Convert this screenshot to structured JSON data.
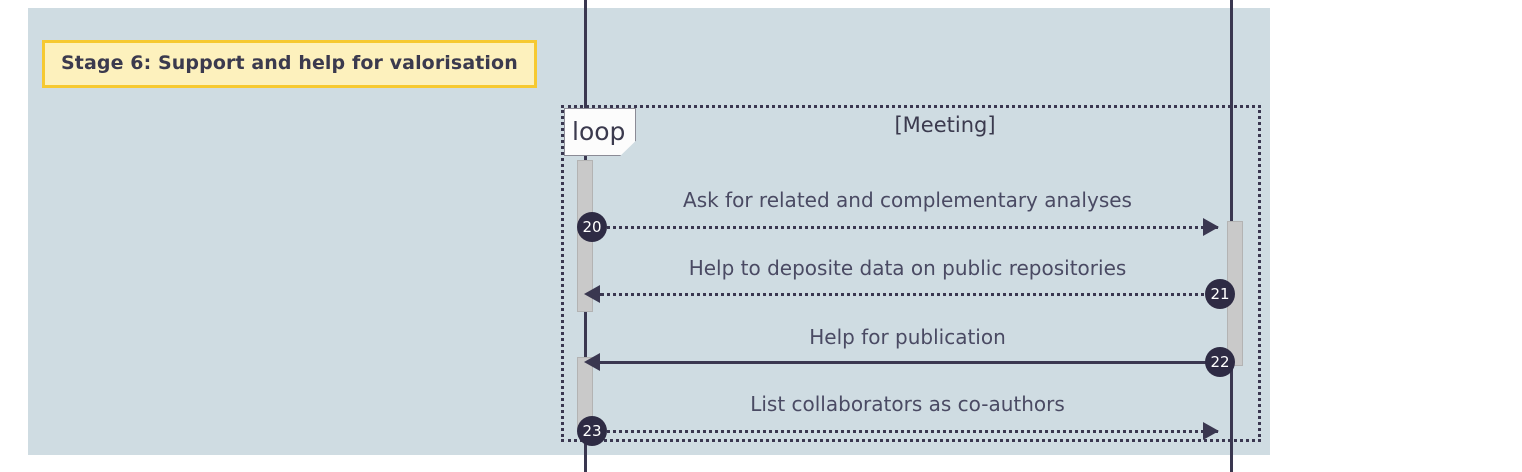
{
  "diagram": {
    "type": "uml-sequence-diagram",
    "stage_title": "Stage 6: Support and help for valorisation",
    "colors": {
      "panel_background": "#cfdce2",
      "title_fill": "#fdf1bd",
      "title_border": "#f6c931",
      "lifeline": "#3a3750",
      "activation_fill": "#c9c9c9",
      "badge_fill": "#2e2b44",
      "badge_text": "#ffffff",
      "message_text": "#4a4a63"
    },
    "fragment": {
      "operator": "loop",
      "guard": "[Meeting]"
    },
    "messages": [
      {
        "number": "20",
        "label": "Ask for related and complementary analyses",
        "direction": "right",
        "style": "dashed"
      },
      {
        "number": "21",
        "label": "Help to deposite data on public repositories",
        "direction": "left",
        "style": "dashed"
      },
      {
        "number": "22",
        "label": "Help for publication",
        "direction": "left",
        "style": "solid"
      },
      {
        "number": "23",
        "label": "List collaborators as co-authors",
        "direction": "right",
        "style": "dashed"
      }
    ]
  }
}
